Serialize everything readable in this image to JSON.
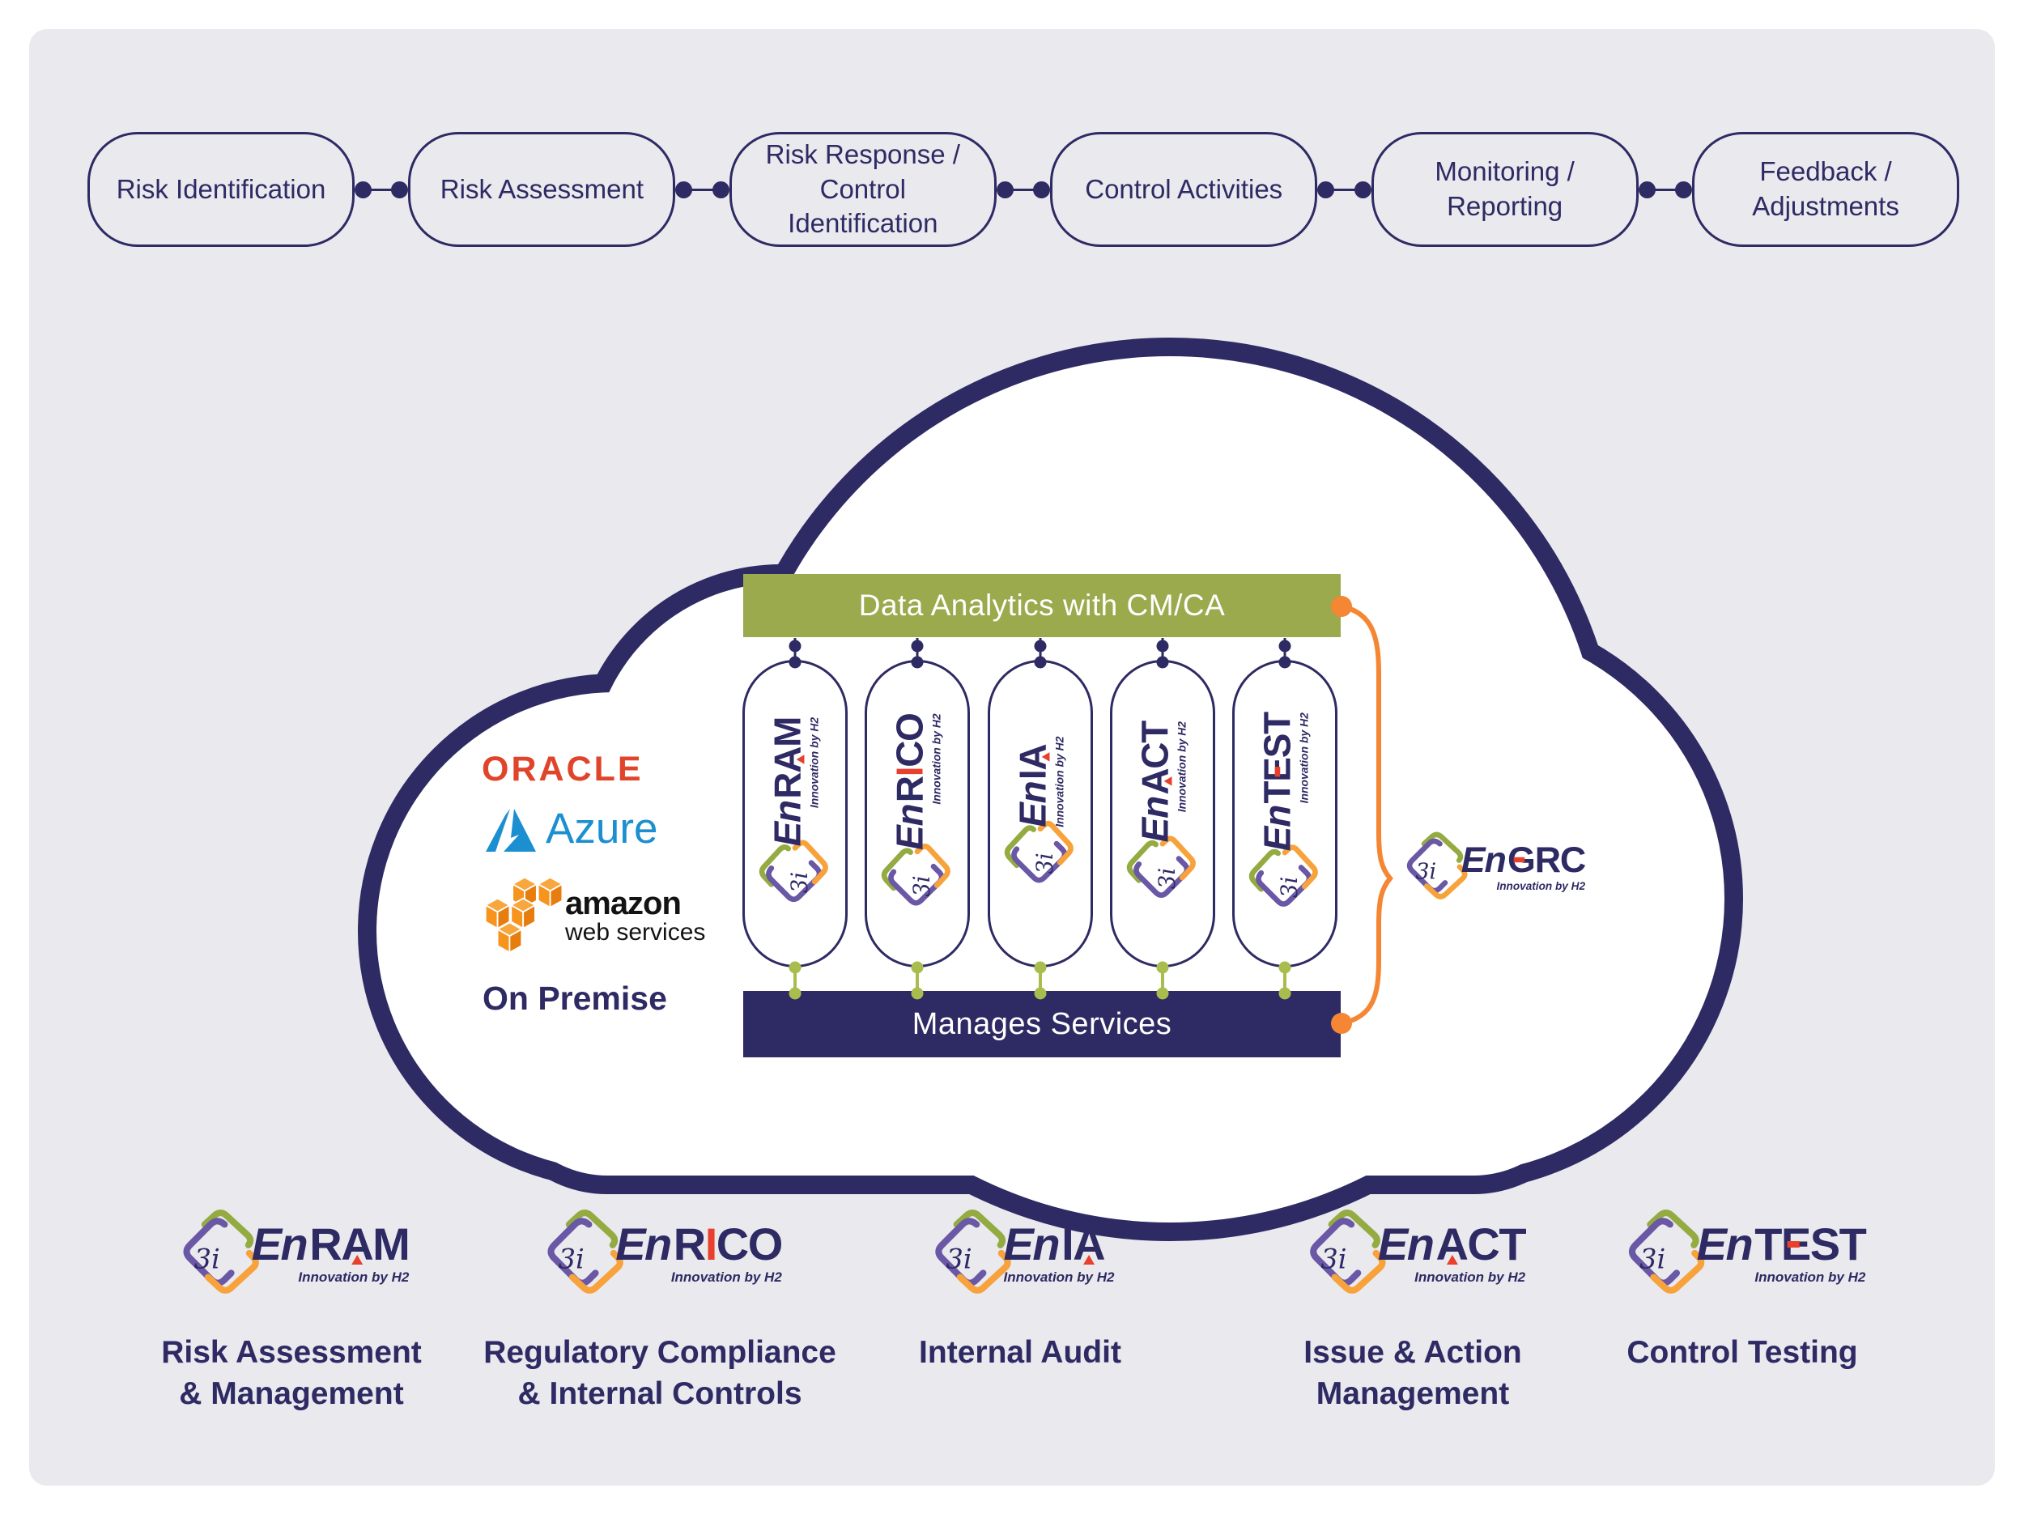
{
  "colors": {
    "navy": "#2e2a63",
    "olive": "#9aaa4d",
    "green_line": "#a9bd4f",
    "orange": "#f58634",
    "red": "#e8402d",
    "purple": "#6a57a5",
    "logo_green": "#94ab41",
    "logo_orange": "#f7a23b",
    "oracle_red": "#e0452c",
    "azure_blue": "#1b8fd0",
    "panel_bg": "#e9e9ee"
  },
  "process_flow": {
    "steps": [
      {
        "label": "Risk Identification"
      },
      {
        "label": "Risk Assessment"
      },
      {
        "label": "Risk Response /\nControl Identification"
      },
      {
        "label": "Control Activities"
      },
      {
        "label": "Monitoring /\nReporting"
      },
      {
        "label": "Feedback /\nAdjustments"
      }
    ]
  },
  "cloud": {
    "analytics_bar_label": "Data Analytics with CM/CA",
    "manages_bar_label": "Manages Services",
    "platforms": {
      "oracle_label": "ORACLE",
      "azure_label": "Azure",
      "aws_line1": "amazon",
      "aws_line2": "web services",
      "on_premise_label": "On Premise"
    }
  },
  "brand": {
    "mark": "3i",
    "en_prefix": "En",
    "tagline": "Innovation by H2"
  },
  "grc_product": {
    "id": "engrc",
    "name": "EnGRC",
    "segments": [
      {
        "t": "G",
        "acc": "bar"
      },
      {
        "t": "RC"
      }
    ]
  },
  "products": [
    {
      "id": "enram",
      "name": "EnRAM",
      "segments": [
        {
          "t": "R"
        },
        {
          "t": "A",
          "acc": "tri"
        },
        {
          "t": "M"
        }
      ],
      "caption_lines": [
        "Risk Assessment",
        "& Management"
      ]
    },
    {
      "id": "enrico",
      "name": "EnRICO",
      "segments": [
        {
          "t": "R"
        },
        {
          "t": "I",
          "acc": "red"
        },
        {
          "t": "CO"
        }
      ],
      "caption_lines": [
        "Regulatory Compliance",
        "& Internal Controls"
      ]
    },
    {
      "id": "enia",
      "name": "EnIA",
      "segments": [
        {
          "t": "I"
        },
        {
          "t": "A",
          "acc": "tri"
        }
      ],
      "caption_lines": [
        "Internal Audit"
      ]
    },
    {
      "id": "enact",
      "name": "EnACT",
      "segments": [
        {
          "t": "A",
          "acc": "tri"
        },
        {
          "t": "CT"
        }
      ],
      "caption_lines": [
        "Issue & Action",
        "Management"
      ]
    },
    {
      "id": "entest",
      "name": "EnTEST",
      "segments": [
        {
          "t": "T"
        },
        {
          "t": "E",
          "acc": "bar"
        },
        {
          "t": "ST"
        }
      ],
      "caption_lines": [
        "Control Testing"
      ]
    }
  ],
  "layout_hints": {
    "pill_centers_x": [
      982,
      1133,
      1285,
      1436,
      1587
    ],
    "bottom_centers_x": [
      360,
      815,
      1260,
      1745,
      2152
    ]
  }
}
